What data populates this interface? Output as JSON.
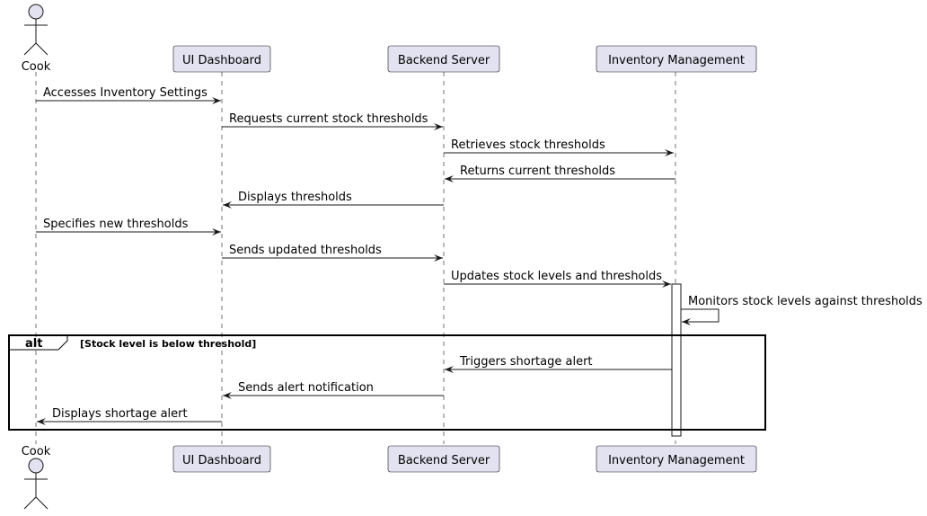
{
  "colors": {
    "participant_fill": "#e2e2f0",
    "participant_stroke": "#181818",
    "lifeline": "#181818",
    "arrow": "#181818",
    "fragment_stroke": "#000000",
    "activation_fill": "#ffffff"
  },
  "participants": [
    {
      "id": "cook",
      "label": "Cook",
      "kind": "actor"
    },
    {
      "id": "ui",
      "label": "UI Dashboard",
      "kind": "box"
    },
    {
      "id": "backend",
      "label": "Backend Server",
      "kind": "box"
    },
    {
      "id": "inventory",
      "label": "Inventory Management",
      "kind": "box"
    }
  ],
  "messages": [
    {
      "from": "cook",
      "to": "ui",
      "label": "Accesses Inventory Settings"
    },
    {
      "from": "ui",
      "to": "backend",
      "label": "Requests current stock thresholds"
    },
    {
      "from": "backend",
      "to": "inventory",
      "label": "Retrieves stock thresholds"
    },
    {
      "from": "inventory",
      "to": "backend",
      "label": "Returns current thresholds"
    },
    {
      "from": "backend",
      "to": "ui",
      "label": "Displays thresholds"
    },
    {
      "from": "cook",
      "to": "ui",
      "label": "Specifies new thresholds"
    },
    {
      "from": "ui",
      "to": "backend",
      "label": "Sends updated thresholds"
    },
    {
      "from": "backend",
      "to": "inventory",
      "label": "Updates stock levels and thresholds"
    },
    {
      "from": "inventory",
      "to": "inventory",
      "label": "Monitors stock levels against thresholds"
    },
    {
      "from": "inventory",
      "to": "backend",
      "label": "Triggers shortage alert"
    },
    {
      "from": "backend",
      "to": "ui",
      "label": "Sends alert notification"
    },
    {
      "from": "ui",
      "to": "cook",
      "label": "Displays shortage alert"
    }
  ],
  "fragment": {
    "keyword": "alt",
    "condition": "[Stock level is below threshold]"
  }
}
